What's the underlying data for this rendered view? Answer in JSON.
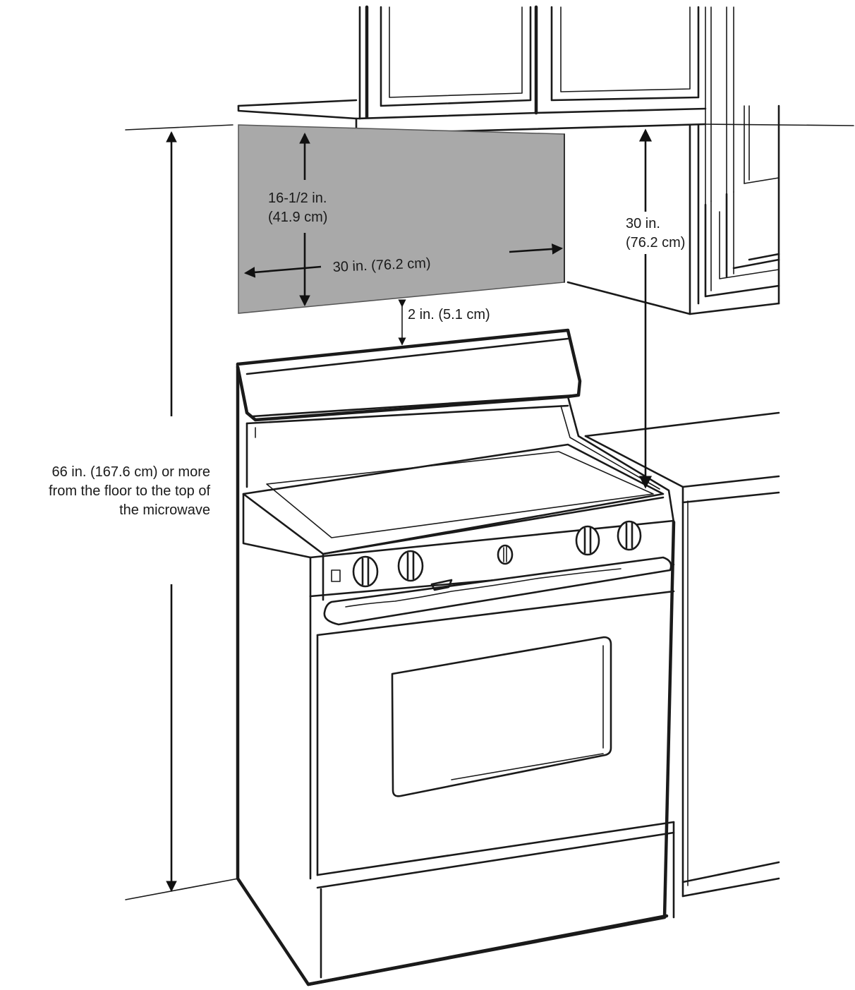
{
  "diagram": {
    "dimensions": {
      "microwave_height": {
        "line1": "16-1/2 in.",
        "line2": "(41.9 cm)"
      },
      "microwave_width": "30 in. (76.2 cm)",
      "clearance_above_range": "2 in. (5.1 cm)",
      "cooktop_to_cabinet": {
        "line1": "30 in.",
        "line2": "(76.2 cm)"
      },
      "floor_to_microwave_top": {
        "line1": "66 in. (167.6 cm) or more",
        "line2": "from the floor to the top of",
        "line3": "the microwave"
      }
    },
    "colors": {
      "microwave_zone": "#a9a9a9",
      "line": "#1a1a1a",
      "background": "#ffffff"
    }
  }
}
